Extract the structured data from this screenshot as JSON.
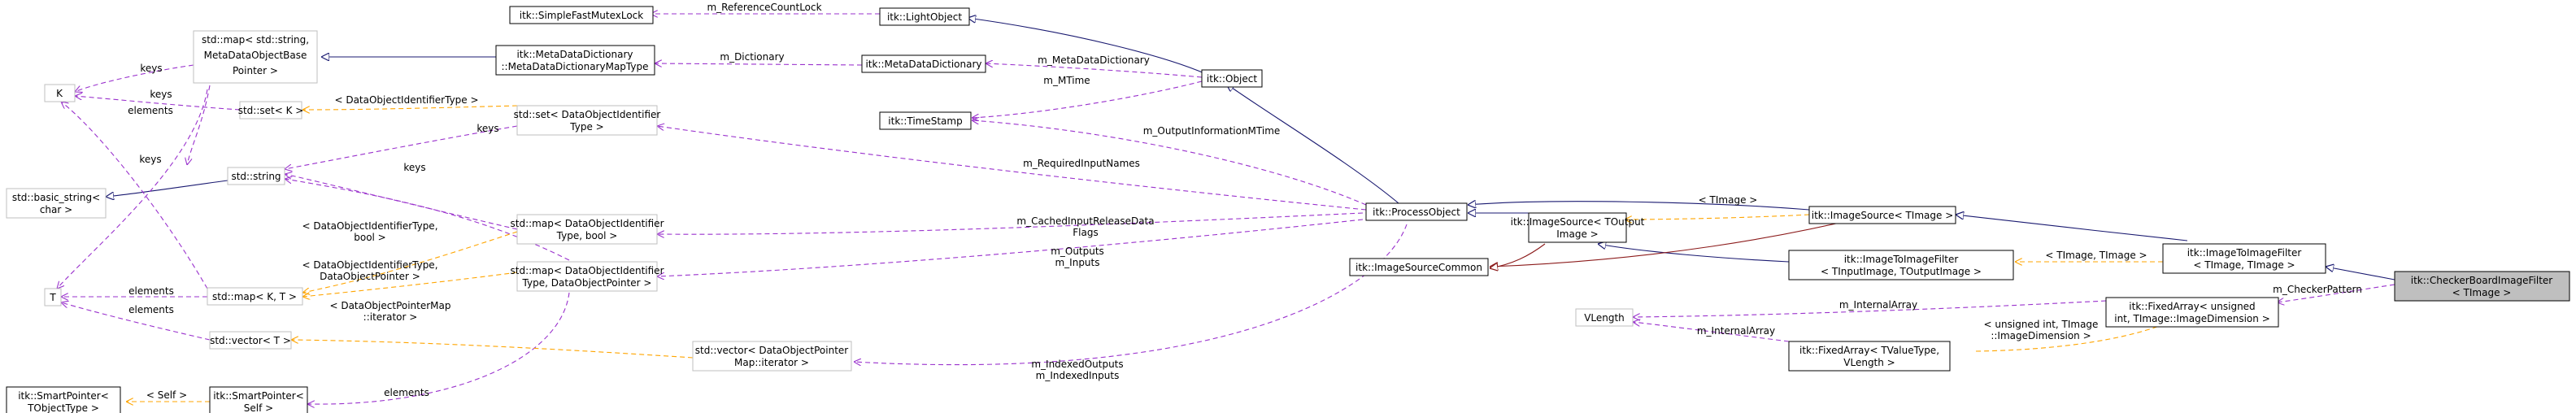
{
  "nodes": {
    "lightobject": "itk::LightObject",
    "fastmutex": "itk::SimpleFastMutexLock",
    "metadict": "itk::MetaDataDictionary",
    "object": "itk::Object",
    "timestamp": "itk::TimeStamp",
    "dictmaptype": [
      "itk::MetaDataDictionary",
      "::MetaDataDictionaryMapType"
    ],
    "mapstring": [
      "std::map< std::string,",
      "MetaDataObjectBase",
      "Pointer >"
    ],
    "K": "K",
    "setK": "std::set< K >",
    "setDOID": [
      "std::set< DataObjectIdentifier",
      "Type >"
    ],
    "basicstring": [
      "std::basic_string<",
      "char >"
    ],
    "stdstring": "std::string",
    "T": "T",
    "mapKT": "std::map< K, T >",
    "vectorT": "std::vector< T >",
    "mapDOIDbool": [
      "std::map< DataObjectIdentifier",
      "Type, bool >"
    ],
    "mapDOIDptr": [
      "std::map< DataObjectIdentifier",
      "Type, DataObjectPointer >"
    ],
    "vectorDOPMI": [
      "std::vector< DataObjectPointer",
      "Map::iterator >"
    ],
    "smartptrT": [
      "itk::SmartPointer<",
      "TObjectType >"
    ],
    "smartptrSelf": [
      "itk::SmartPointer<",
      "Self >"
    ],
    "processobject": "itk::ProcessObject",
    "imagesourcecommon": "itk::ImageSourceCommon",
    "imagesourceTOut": [
      "itk::ImageSource< TOutput",
      "Image >"
    ],
    "imagesourceT": "itk::ImageSource< TImage >",
    "imagetoimagefilterIO": [
      "itk::ImageToImageFilter",
      "< TInputImage, TOutputImage >"
    ],
    "imagetoimagefilterT": [
      "itk::ImageToImageFilter",
      "< TImage, TImage >"
    ],
    "checkerboard": [
      "itk::CheckerBoardImageFilter",
      "< TImage >"
    ],
    "fixedarrayunsigned": [
      "itk::FixedArray< unsigned",
      "int, TImage::ImageDimension >"
    ],
    "vlength": "VLength",
    "fixedarrayTV": [
      "itk::FixedArray< TValueType,",
      "VLength >"
    ]
  },
  "edges": {
    "m_ReferenceCountLock": "m_ReferenceCountLock",
    "m_Dictionary": "m_Dictionary",
    "m_MetaDataDictionary": "m_MetaDataDictionary",
    "m_MTime": "m_MTime",
    "m_OutputInformationMTime": "m_OutputInformationMTime",
    "m_RequiredInputNames": "m_RequiredInputNames",
    "m_CachedInputReleaseDataFlags": [
      "m_CachedInputReleaseData",
      "Flags"
    ],
    "m_Outputs_Inputs": [
      "m_Outputs",
      "m_Inputs"
    ],
    "m_IndexedOutputs_Inputs": [
      "m_IndexedOutputs",
      "m_IndexedInputs"
    ],
    "m_CheckerPattern": "m_CheckerPattern",
    "m_InternalArray_1": "m_InternalArray",
    "m_InternalArray_2": "m_InternalArray",
    "keys_1": "keys",
    "keys_2": "keys",
    "keys_3": "keys",
    "keys_4": "keys",
    "keys_5": "keys",
    "elements_1": "elements",
    "elements_2": "elements",
    "elements_3": "elements",
    "elements_4": "elements",
    "tpl_DataObjectIdentifierType": "< DataObjectIdentifierType >",
    "tpl_DOID_bool": [
      "< DataObjectIdentifierType,",
      "bool >"
    ],
    "tpl_DOID_ptr": [
      "< DataObjectIdentifierType,",
      "DataObjectPointer >"
    ],
    "tpl_DOPMI": [
      "< DataObjectPointerMap",
      "::iterator >"
    ],
    "tpl_Self": "< Self >",
    "tpl_TImage": "< TImage >",
    "tpl_TImage_TImage": "< TImage, TImage >",
    "tpl_unsigned_dim": [
      "< unsigned int, TImage",
      "::ImageDimension >"
    ]
  },
  "colors": {
    "inheritance": "#191970",
    "usage": "#9a32cd",
    "template": "#ffa500",
    "private_inheritance": "#8b1a1a",
    "highlight_fill": "#bfbfbf",
    "undocumented_border": "#bfbfbf"
  }
}
